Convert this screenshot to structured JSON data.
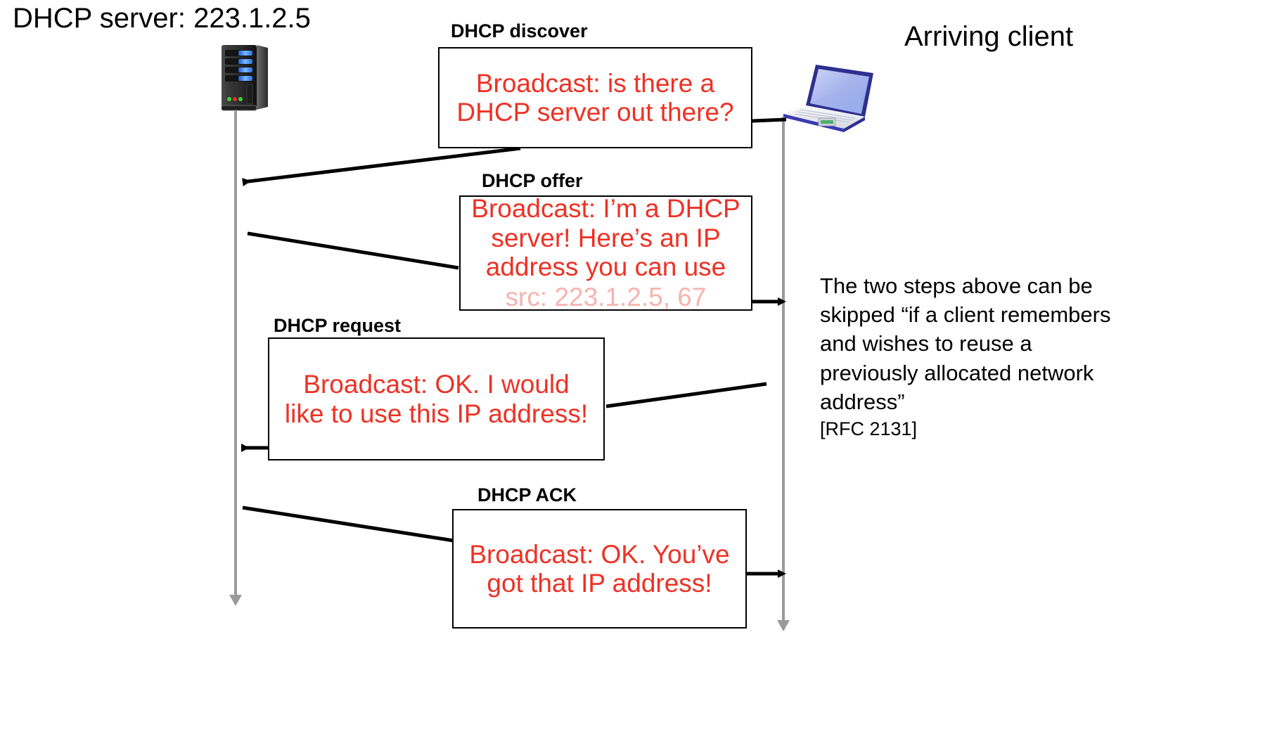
{
  "diagram": {
    "title_server": "DHCP server: 223.1.2.5",
    "title_client": "Arriving client",
    "colors": {
      "message_text": "#ee3124",
      "lifeline": "#9a9a9a",
      "box_border": "#000000",
      "note_text": "#000000"
    },
    "icons": {
      "server": "server-tower-icon",
      "client": "laptop-icon"
    }
  },
  "steps": [
    {
      "label": "DHCP discover",
      "message_line1": "Broadcast: is there a",
      "message_line2": "DHCP server out there?",
      "direction": "client-to-server"
    },
    {
      "label": "DHCP offer",
      "message_line1": "Broadcast: I’m a DHCP",
      "message_line2": "server! Here’s an IP",
      "message_line3": "address you can use",
      "message_clipped": "src: 223.1.2.5, 67",
      "direction": "server-to-client"
    },
    {
      "label": "DHCP request",
      "message_line1": "Broadcast: OK.  I would",
      "message_line2": "like to use this IP address!",
      "direction": "client-to-server"
    },
    {
      "label": "DHCP ACK",
      "message_line1": "Broadcast: OK.  You’ve",
      "message_line2": "got that IP address!",
      "direction": "server-to-client"
    }
  ],
  "note": {
    "body": "The two steps above can be skipped “if a client remembers and wishes to reuse a previously allocated network address”",
    "reference": "[RFC 2131]"
  }
}
